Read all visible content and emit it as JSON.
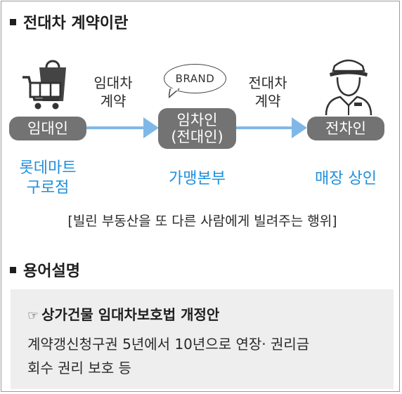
{
  "section1": {
    "title": "전대차 계약이란"
  },
  "flow": {
    "left": {
      "label": "임대인",
      "entity_lines": [
        "롯데마트",
        "구로점"
      ]
    },
    "middle": {
      "label_lines": [
        "임차인",
        "(전대인)"
      ],
      "bubble": "BRAND",
      "entity": "가맹본부"
    },
    "right": {
      "label": "전차인",
      "entity": "매장 상인"
    },
    "contract1": [
      "임대차",
      "계약"
    ],
    "contract2": [
      "전대차",
      "계약"
    ]
  },
  "caption": "[빌린 부동산을 또 다른 사람에게 빌려주는 행위]",
  "section2": {
    "title": "용어설명"
  },
  "info": {
    "pointer": "☞",
    "title": "상가건물 임대차보호법 개정안",
    "lines": [
      "계약갱신청구권 5년에서 10년으로 연장· 권리금",
      "회수 권리 보호 등"
    ]
  },
  "colors": {
    "pill": "#737373",
    "arrow": "#7fb8e6",
    "entity": "#1f8fdc",
    "infobox": "#eeeeee"
  }
}
